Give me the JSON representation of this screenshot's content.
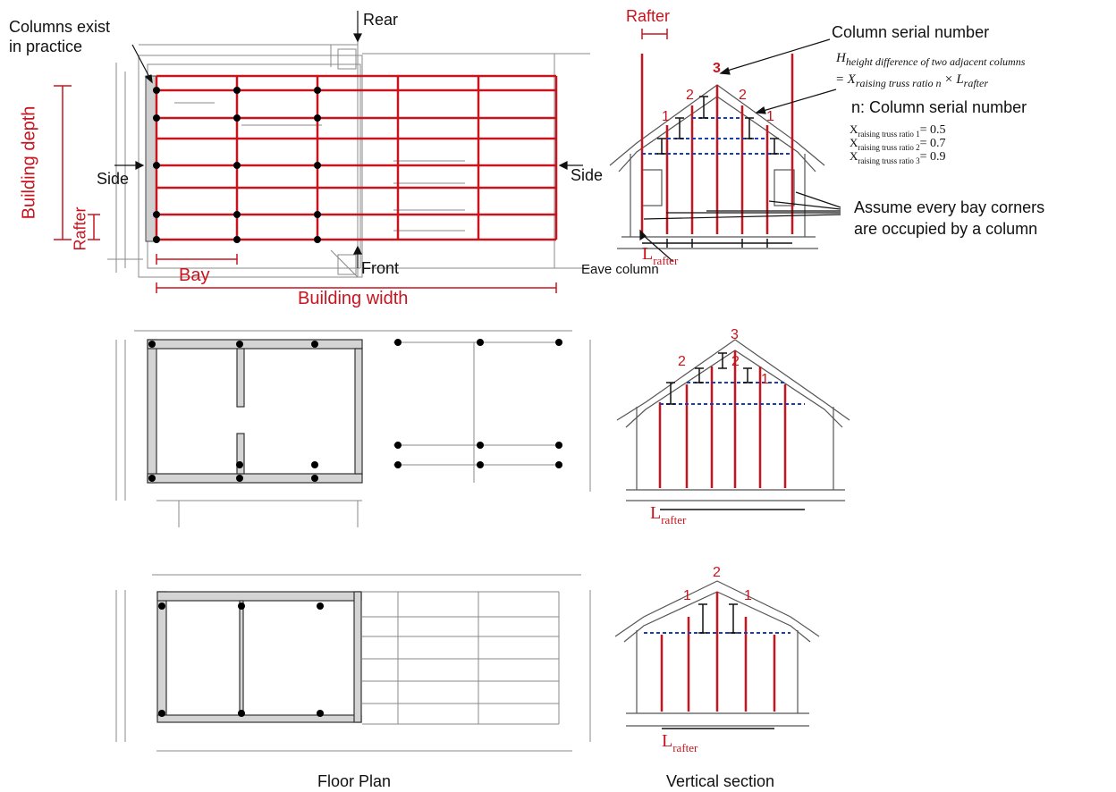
{
  "annotations": {
    "columns_exist_line1": "Columns exist",
    "columns_exist_line2": "in practice",
    "rear": "Rear",
    "front": "Front",
    "side_left": "Side",
    "side_right": "Side",
    "building_depth": "Building depth",
    "rafter_plan": "Rafter",
    "bay": "Bay",
    "building_width": "Building width",
    "rafter_top": "Rafter",
    "column_serial_number": "Column serial number",
    "eave_column": "Eave column",
    "assume_line1": "Assume every bay corners",
    "assume_line2": "are occupied by a column"
  },
  "formula": {
    "h_symbol": "H",
    "h_sub": "height difference of two adjacent columns",
    "eq": "=",
    "x_symbol": "X",
    "x_sub": "raising truss ratio n",
    "times": "×",
    "l_symbol": "L",
    "l_sub": "rafter",
    "n_def": "n: Column serial number",
    "ratios": [
      {
        "x": "X",
        "sub": "raising truss ratio 1",
        "val": "= 0.5"
      },
      {
        "x": "X",
        "sub": "raising truss ratio 2",
        "val": "= 0.7"
      },
      {
        "x": "X",
        "sub": "raising truss ratio 3",
        "val": "= 0.9"
      }
    ]
  },
  "section_numbers": {
    "s1": [
      "3",
      "2",
      "2",
      "1",
      "1"
    ],
    "s2": [
      "3",
      "2",
      "2",
      "1"
    ],
    "s3": [
      "2",
      "1",
      "1"
    ]
  },
  "l_rafter": {
    "main": "L",
    "sub": "rafter"
  },
  "captions": {
    "floor_plan": "Floor Plan",
    "vertical_section": "Vertical section"
  },
  "colors": {
    "accent_red": "#c8141e",
    "drawing_gray": "#7a7a7a",
    "dash_blue": "#1a3fb0"
  }
}
